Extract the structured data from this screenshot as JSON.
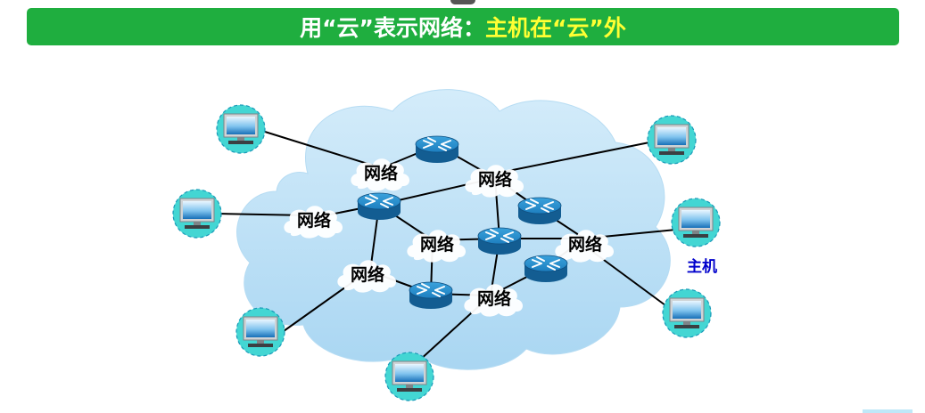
{
  "title": {
    "part1": "用“云”表示网络：",
    "part2": "主机在“云”外"
  },
  "diagram": {
    "network_label": "网络",
    "host_label": "主机",
    "colors": {
      "title_bg": "#1fae3f",
      "title_text": "#ffffff",
      "title_highlight": "#ffff33",
      "cloud_fill": "#c4e3f6",
      "router_fill": "#1a7cb8",
      "host_halo": "#3fd4d0",
      "host_label": "#0000cc"
    },
    "icons": [
      "cloud",
      "router-icon",
      "host-computer-icon",
      "network-cloud"
    ]
  }
}
